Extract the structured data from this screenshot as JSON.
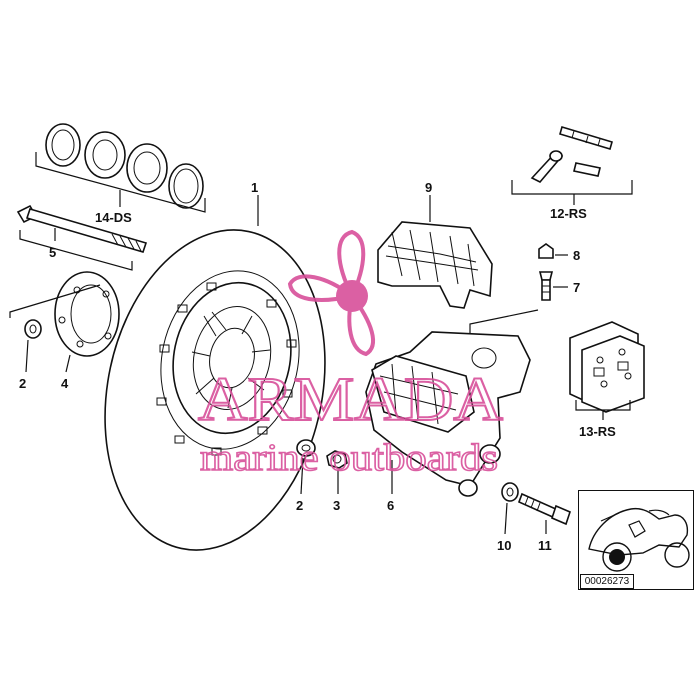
{
  "diagram": {
    "callouts": [
      {
        "id": "c1",
        "text": "1"
      },
      {
        "id": "c2a",
        "text": "2"
      },
      {
        "id": "c2b",
        "text": "2"
      },
      {
        "id": "c3",
        "text": "3"
      },
      {
        "id": "c4",
        "text": "4"
      },
      {
        "id": "c5",
        "text": "5"
      },
      {
        "id": "c6",
        "text": "6"
      },
      {
        "id": "c7",
        "text": "7"
      },
      {
        "id": "c8",
        "text": "8"
      },
      {
        "id": "c9",
        "text": "9"
      },
      {
        "id": "c10",
        "text": "10"
      },
      {
        "id": "c11",
        "text": "11"
      },
      {
        "id": "c12",
        "text": "12-RS"
      },
      {
        "id": "c13",
        "text": "13-RS"
      },
      {
        "id": "c14",
        "text": "14-DS"
      }
    ],
    "reference_number": "00026273"
  },
  "watermark": {
    "brand": "ARMADA",
    "tagline": "marine outboards",
    "color": "#d84f9a",
    "icon": "propeller-icon"
  },
  "colors": {
    "line": "#111111",
    "background": "#ffffff",
    "watermark": "#d84f9a"
  }
}
